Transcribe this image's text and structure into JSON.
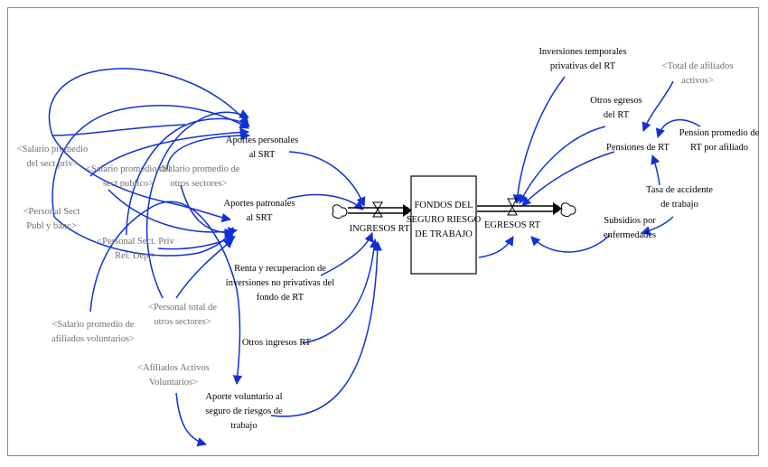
{
  "stock": {
    "label_lines": [
      "FONDOS DEL",
      "SEGURO RIESGO",
      "DE TRABAJO"
    ]
  },
  "flows": {
    "inflow": "INGRESOS RT",
    "outflow": "EGRESOS RT"
  },
  "variables": {
    "aportes_personales": [
      "Aportes personales",
      "al SRT"
    ],
    "aportes_patronales": [
      "Aportes patronales",
      "al SRT"
    ],
    "renta": [
      "Renta y recuperacion de",
      "inversiones no privativas del",
      "fondo de RT"
    ],
    "otros_ingresos": [
      "Otros ingresos RT"
    ],
    "aporte_voluntario": [
      "Aporte voluntario al",
      "seguro de riesgos de",
      "trabajo"
    ],
    "inversiones_temporales": [
      "Inversiones temporales",
      "privativas del RT"
    ],
    "otros_egresos": [
      "Otros egresos",
      "del RT"
    ],
    "pensiones": [
      "Pensiones de RT"
    ],
    "pension_promedio": [
      "Pension promedio de",
      "RT por afiliado"
    ],
    "tasa_accidente": [
      "Tasa de accidente",
      "de trabajo"
    ],
    "subsidios": [
      "Subsidios por",
      "enfermedades"
    ]
  },
  "shadow_variables": {
    "salario_sect_priv": [
      "<Salario promedio",
      "del sect priv>"
    ],
    "salario_sect_publico": [
      "<Salario promedio del",
      "sect publico>"
    ],
    "salario_otros": [
      "<Salario promedio de",
      "otros sectores>"
    ],
    "personal_sect_publ": [
      "<Personal Sect",
      "Publ y banc>"
    ],
    "personal_sect_priv": [
      "<Personal Sect. Priv",
      "Rel. Dep.>"
    ],
    "personal_otros": [
      "<Personal total de",
      "otros sectores>"
    ],
    "salario_voluntarios": [
      "<Salario promedio de",
      "afiliados voluntarios>"
    ],
    "afiliados_voluntarios": [
      "<Afiliados Activos",
      "Voluntarios>"
    ],
    "total_afiliados": [
      "<Total de afiliados",
      "activos>"
    ]
  },
  "colors": {
    "link": "#1030d8",
    "shadow_text": "#6f6f6f",
    "text": "#000000",
    "frame": "#8a8a8a"
  },
  "icons": {
    "source_cloud": "cloud-icon",
    "sink_cloud": "cloud-icon",
    "valve": "valve-icon"
  }
}
